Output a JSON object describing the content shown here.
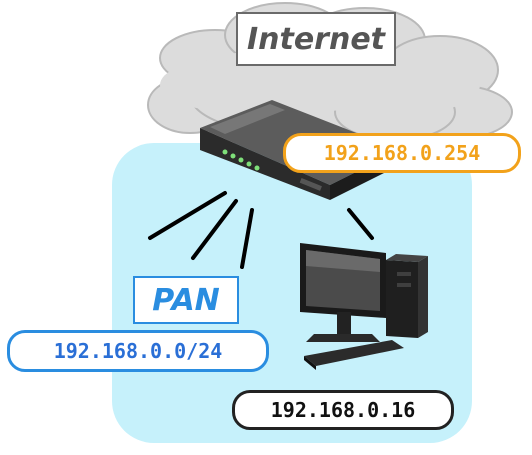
{
  "cloud": {
    "label": "Internet",
    "color": "#dcdcdc"
  },
  "network": {
    "label": "PAN",
    "subnet": "192.168.0.0/24",
    "zone_color": "#c6f1fb"
  },
  "router": {
    "ip": "192.168.0.254",
    "accent": "#f2a21b"
  },
  "computer": {
    "ip": "192.168.0.16"
  },
  "icons": {
    "router": "router-icon",
    "computer": "desktop-computer-icon",
    "cloud": "cloud-icon"
  }
}
